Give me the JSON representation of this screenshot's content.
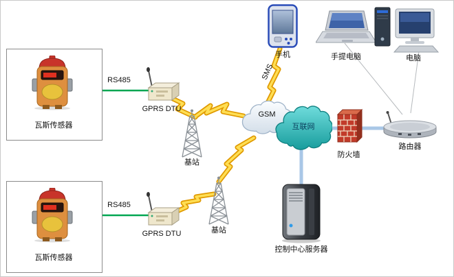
{
  "nodes": {
    "sensor_top": "瓦斯传感器",
    "sensor_bottom": "瓦斯传感器",
    "dtu_top": "GPRS  DTU",
    "dtu_bottom": "GPRS  DTU",
    "base_station_top": "基站",
    "base_station_bottom": "基站",
    "gsm_cloud": "GSM",
    "internet_cloud": "互联网",
    "mobile_phone": "手机",
    "laptop": "手提电脑",
    "desktop_pc": "电脑",
    "firewall": "防火墙",
    "router": "路由器",
    "control_server": "控制中心服务器"
  },
  "links": {
    "rs485_top": "RS485",
    "rs485_bottom": "RS485",
    "sms": "SMS"
  },
  "colors": {
    "lightning_fill": "#FFDE54",
    "lightning_edge": "#E09A00",
    "rs485_line": "#00A651",
    "lan_line": "#A9C7E7",
    "gsm_cloud_fill": "#E7EEF5",
    "internet_cloud_fill": "#2FB8B8",
    "firewall_brick": "#C23B2A",
    "sensor_body": "#DE8F3F"
  }
}
